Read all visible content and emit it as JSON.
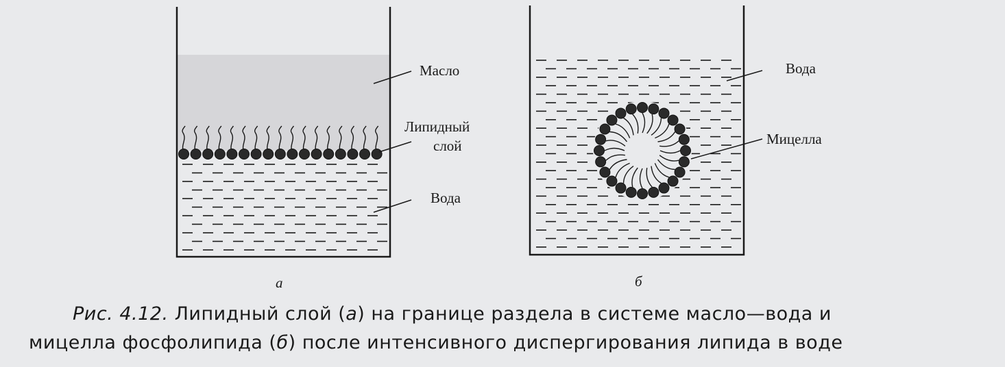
{
  "panel_a": {
    "label_oil": "Масло",
    "label_lipid_1": "Липидный",
    "label_lipid_2": "слой",
    "label_water": "Вода",
    "sublabel": "а"
  },
  "panel_b": {
    "label_water": "Вода",
    "label_micelle": "Мицелла",
    "sublabel": "б"
  },
  "caption": {
    "fig_num": "Рис. 4.12.",
    "line1_text": " Липидный слой (",
    "a_mark": "а",
    "line1_tail": ") на границе раздела в системе масло—вода и",
    "line2_head": "мицелла фосфолипида (",
    "b_mark": "б",
    "line2_tail": ") после интенсивного диспергирования липида в воде"
  },
  "colors": {
    "ink": "#1a1a1a",
    "paper": "#e9eaec",
    "oil": "#d6d6d9"
  }
}
